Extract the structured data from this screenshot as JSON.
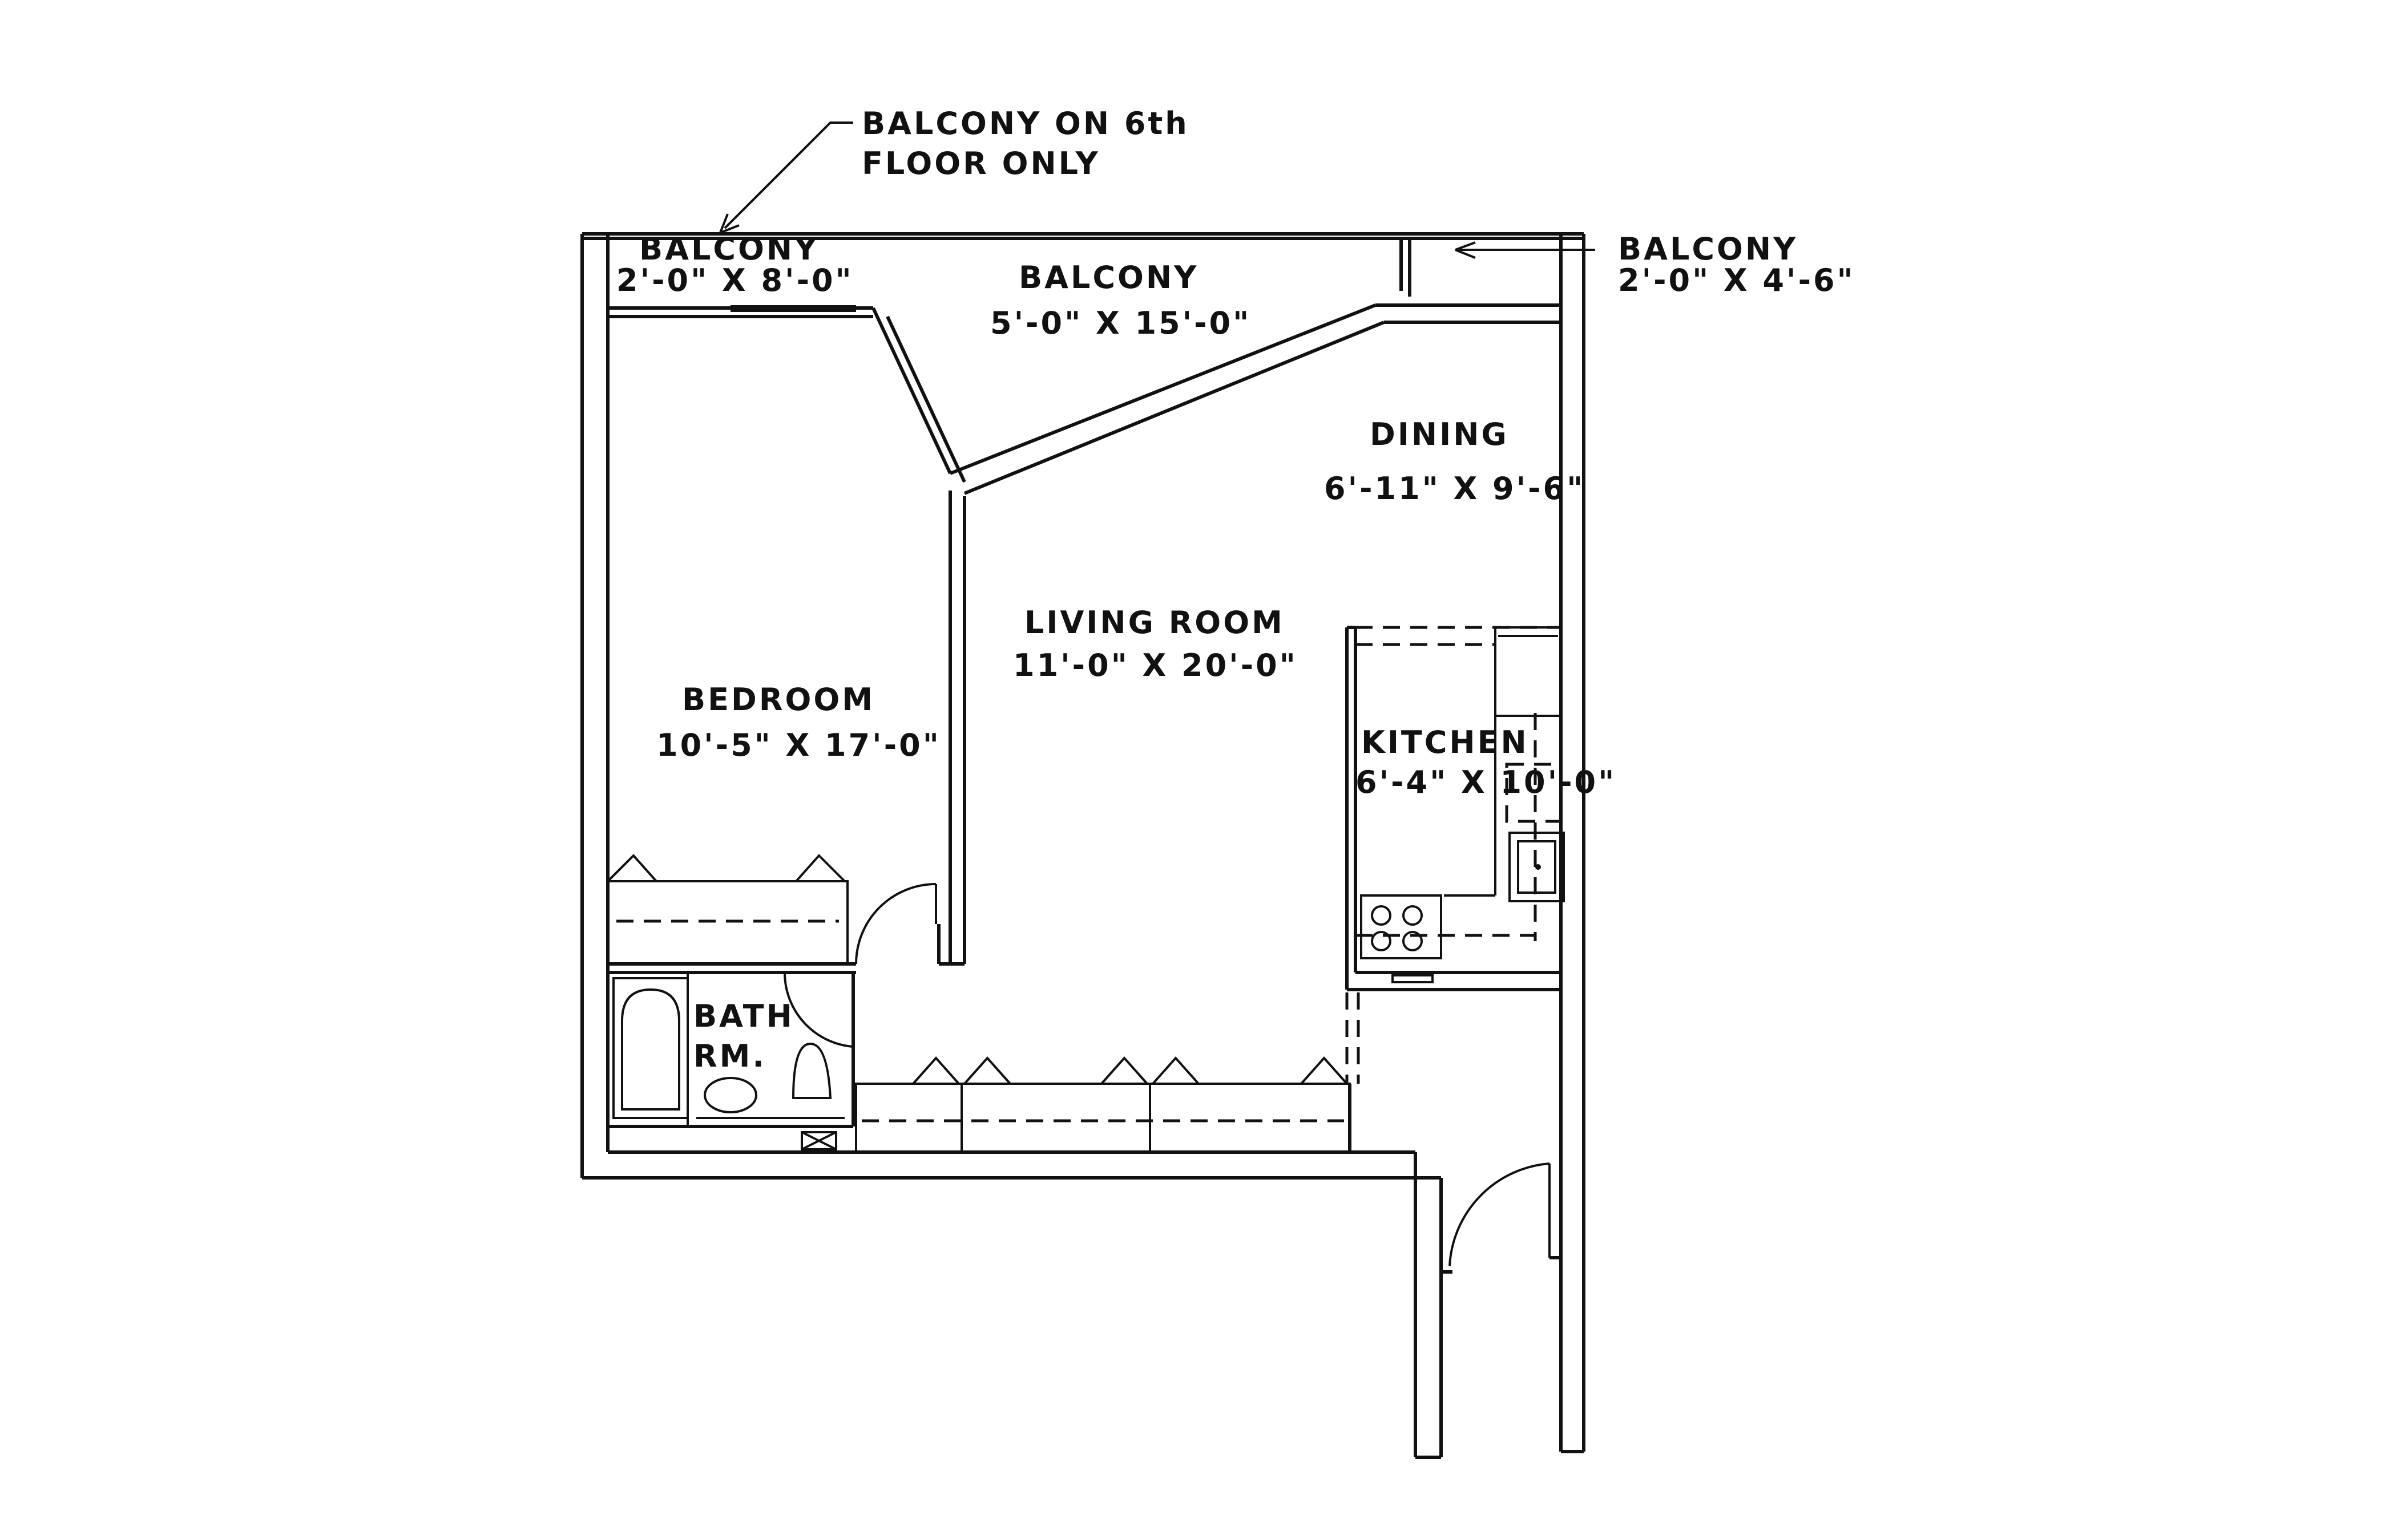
{
  "annotations": {
    "balcony_6th_line1": "BALCONY ON 6th",
    "balcony_6th_line2": "FLOOR ONLY",
    "balcony_right_name": "BALCONY",
    "balcony_right_dims": "2'-0\" X 4'-6\""
  },
  "rooms": {
    "balcony_small": {
      "name": "BALCONY",
      "dims": "2'-0\" X 8'-0\""
    },
    "balcony_main": {
      "name": "BALCONY",
      "dims": "5'-0\" X 15'-0\""
    },
    "dining": {
      "name": "DINING",
      "dims": "6'-11\" X 9'-6\""
    },
    "living": {
      "name": "LIVING ROOM",
      "dims": "11'-0\" X 20'-0\""
    },
    "bedroom": {
      "name": "BEDROOM",
      "dims": "10'-5\" X 17'-0\""
    },
    "kitchen": {
      "name": "KITCHEN",
      "dims": "6'-4\" X 10'-0\""
    },
    "bath": {
      "name_line1": "BATH",
      "name_line2": "RM."
    }
  }
}
